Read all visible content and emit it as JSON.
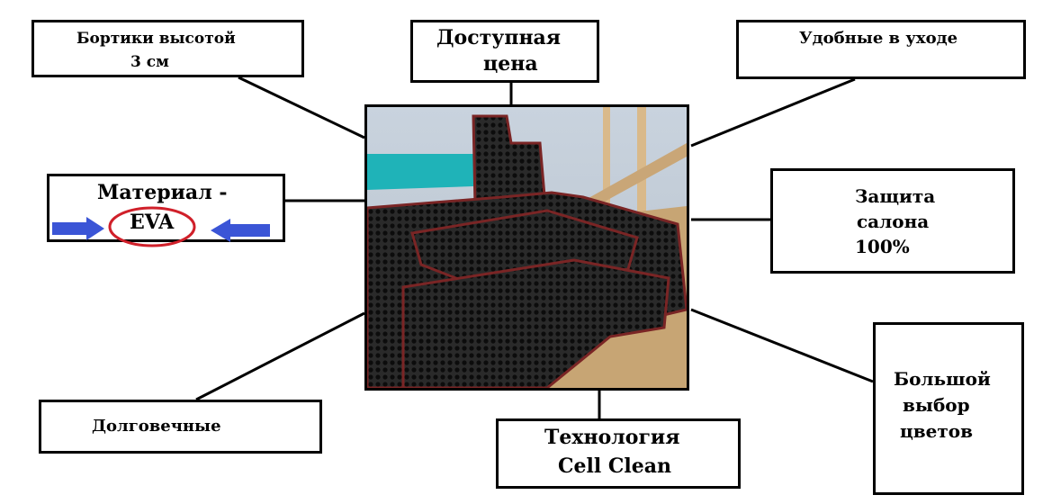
{
  "boxes": {
    "bortiki": {
      "line1": "Бортики высотой",
      "line2": "3 см"
    },
    "price": {
      "line1": "Доступная",
      "line2": "цена"
    },
    "care": {
      "line1": "Удобные в уходе"
    },
    "material": {
      "line1": "Материал -",
      "line2": "EVA"
    },
    "protection": {
      "line1": "Защита",
      "line2": "салона",
      "line3": "100%"
    },
    "durable": {
      "line1": "Долговечные"
    },
    "technology": {
      "line1": "Технология",
      "line2": "Cell Clean"
    },
    "colors": {
      "line1": "Большой",
      "line2": "выбор",
      "line3": "цветов"
    }
  },
  "colors": {
    "arrow": "#3b55d6",
    "ellipse": "#d0202a",
    "mat": "#1a1a1a",
    "mat_edge": "#8a2a2a"
  },
  "photo": {
    "description_icon": "car-floor-mats-photo"
  }
}
